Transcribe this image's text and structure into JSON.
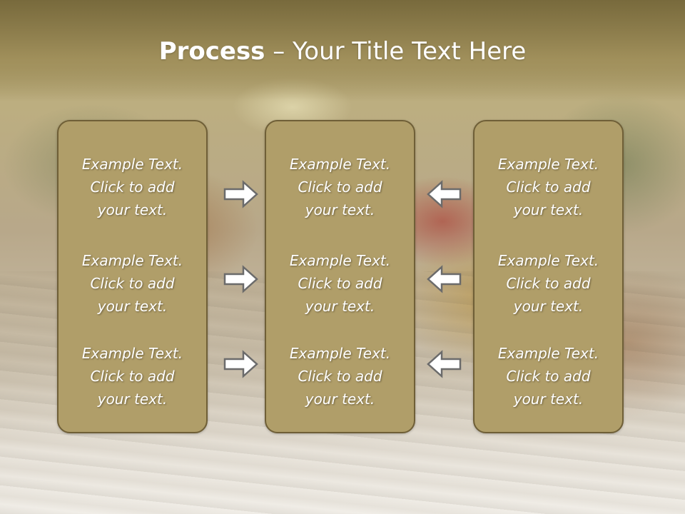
{
  "title": {
    "bold": "Process",
    "rest": " – Your Title Text Here"
  },
  "columns": [
    {
      "items": [
        {
          "l1": "Example Text.",
          "l2": "Click  to add",
          "l3": "your text."
        },
        {
          "l1": "Example Text.",
          "l2": "Click  to add",
          "l3": "your text."
        },
        {
          "l1": "Example Text.",
          "l2": "Click  to add",
          "l3": "your text."
        }
      ]
    },
    {
      "items": [
        {
          "l1": "Example Text.",
          "l2": "Click  to add",
          "l3": "your text."
        },
        {
          "l1": "Example Text.",
          "l2": "Click  to add",
          "l3": "your text."
        },
        {
          "l1": "Example Text.",
          "l2": "Click  to add",
          "l3": "your text."
        }
      ]
    },
    {
      "items": [
        {
          "l1": "Example Text.",
          "l2": "Click  to add",
          "l3": "your text."
        },
        {
          "l1": "Example Text.",
          "l2": "Click  to add",
          "l3": "your text."
        },
        {
          "l1": "Example Text.",
          "l2": "Click  to add",
          "l3": "your text."
        }
      ]
    }
  ],
  "arrows": {
    "left_group": "right-arrow-icon",
    "right_group": "left-arrow-icon"
  },
  "colors": {
    "box_fill": "#b09e69",
    "box_border": "#6f5f37",
    "arrow_fill": "#ffffff",
    "arrow_stroke": "#6b6b6b"
  }
}
